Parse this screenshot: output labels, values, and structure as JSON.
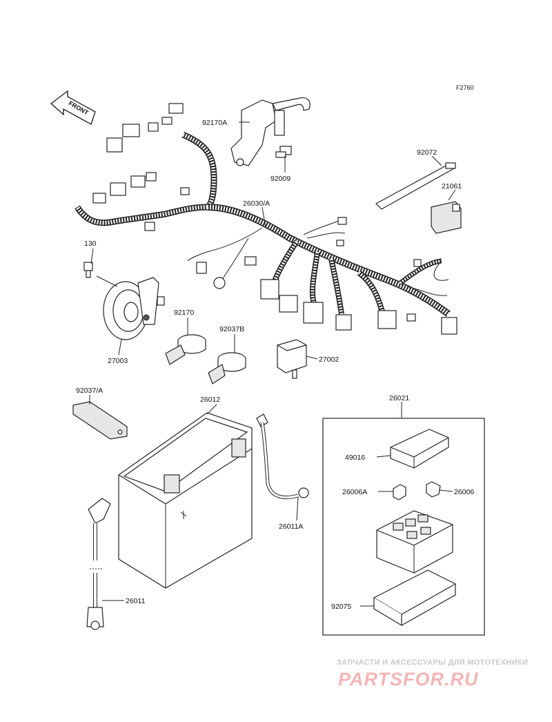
{
  "figure_code": "F2760",
  "front_arrow_label": "FRONT",
  "part_labels": {
    "p92170A": "92170A",
    "p92009": "92009",
    "p92072": "92072",
    "p21061": "21061",
    "p26030A": "26030/A",
    "p130": "130",
    "p27003": "27003",
    "p92170": "92170",
    "p92037B": "92037B",
    "p27002": "27002",
    "p92037A": "92037/A",
    "p26012": "26012",
    "p26021": "26021",
    "p49016": "49016",
    "p26006A": "26006A",
    "p26006": "26006",
    "p26011A": "26011A",
    "p26011": "26011",
    "p92075": "92075"
  },
  "watermark": {
    "tagline": "ЗАПЧАСТИ И АКСЕССУАРЫ ДЛЯ МОТОТЕХНИКИ",
    "logo_text": "PARTSFOR.RU",
    "logo_color": "#f5b5b5"
  }
}
